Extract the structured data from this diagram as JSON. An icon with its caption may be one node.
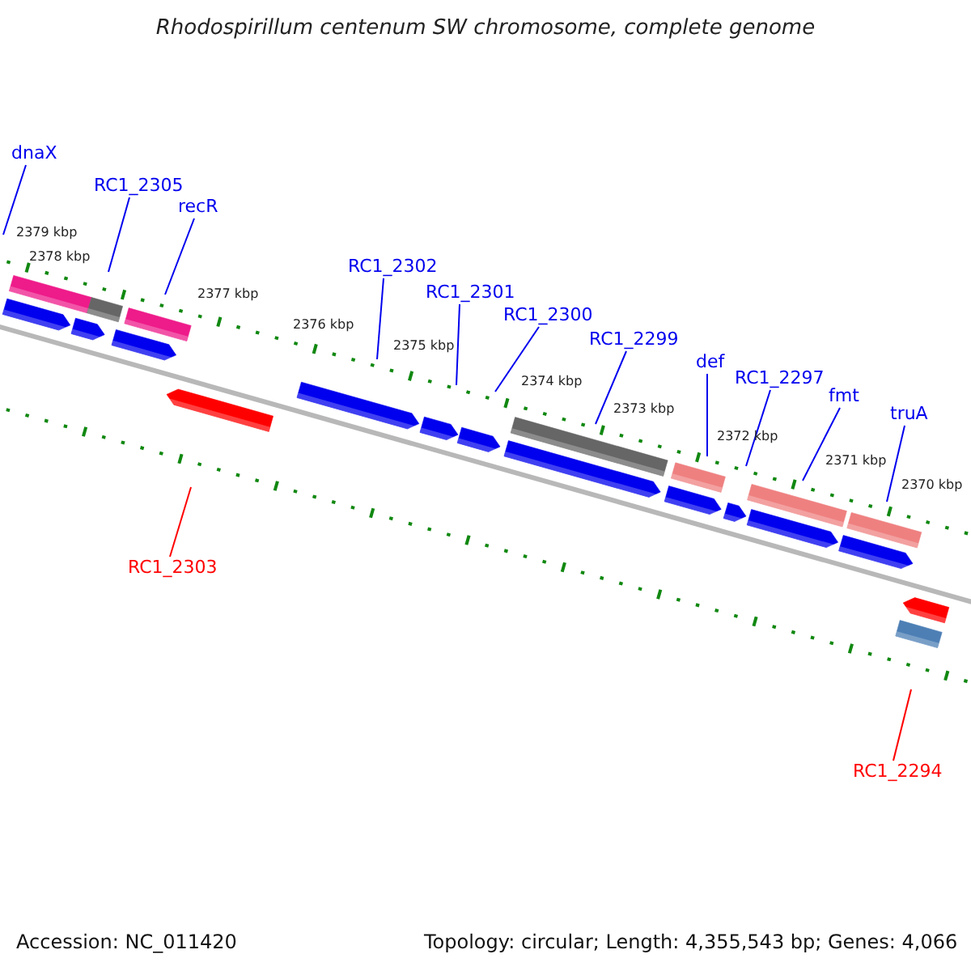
{
  "diagram": {
    "title": "Rhodospirillum centenum SW chromosome, complete genome",
    "nodes": [
      {
        "text": [
          "dnaX"
        ]
      },
      {
        "text": [
          "RC1_2305"
        ]
      },
      {
        "text": [
          "recR"
        ]
      },
      {
        "text": [
          "RC1_2302"
        ]
      },
      {
        "text": [
          "RC1_2301"
        ]
      },
      {
        "text": [
          "RC1_2300"
        ]
      },
      {
        "text": [
          "RC1_2299"
        ]
      },
      {
        "text": [
          "def"
        ]
      },
      {
        "text": [
          "RC1_2297"
        ]
      },
      {
        "text": [
          "fmt"
        ]
      },
      {
        "text": [
          "truA"
        ]
      },
      {
        "text": [
          "RC1_2303"
        ]
      },
      {
        "text": [
          "RC1_2294"
        ]
      }
    ],
    "edges": [
      {
        "from": 0,
        "to": null,
        "arrow": "none"
      },
      {
        "from": 1,
        "to": null,
        "arrow": "none"
      },
      {
        "from": 2,
        "to": null,
        "arrow": "none"
      },
      {
        "from": 3,
        "to": null,
        "arrow": "none"
      },
      {
        "from": 4,
        "to": null,
        "arrow": "none"
      },
      {
        "from": 5,
        "to": null,
        "arrow": "none"
      },
      {
        "from": 6,
        "to": null,
        "arrow": "none"
      },
      {
        "from": 7,
        "to": null,
        "arrow": "none"
      },
      {
        "from": 8,
        "to": null,
        "arrow": "none"
      },
      {
        "from": 9,
        "to": null,
        "arrow": "none"
      },
      {
        "from": 10,
        "to": null,
        "arrow": "none"
      },
      {
        "from": 11,
        "to": null,
        "arrow": "none",
        "color": "#ff0000"
      },
      {
        "from": 12,
        "to": null,
        "arrow": "none",
        "color": "#ff0000"
      }
    ],
    "labels": [
      "2379 kbp",
      "2378 kbp",
      "2377 kbp",
      "2376 kbp",
      "2375 kbp",
      "2374 kbp",
      "2373 kbp",
      "2372 kbp",
      "2371 kbp",
      "2370 kbp",
      "Accession: NC_011420",
      "Topology: circular; Length: 4,355,543 bp; Genes: 4,066"
    ]
  }
}
